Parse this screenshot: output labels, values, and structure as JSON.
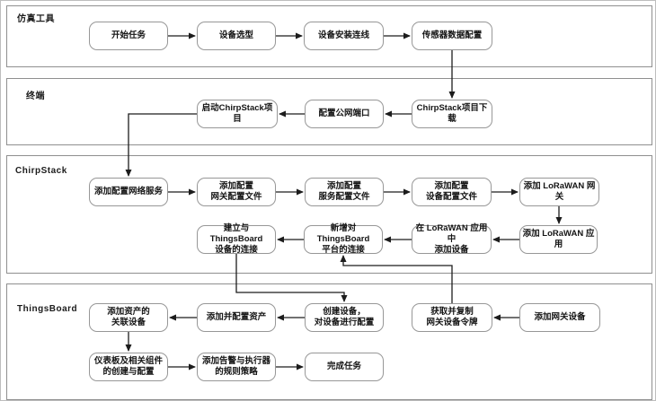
{
  "diagram": {
    "lanes": [
      {
        "id": "sim_tools",
        "label": "仿真工具"
      },
      {
        "id": "terminal",
        "label": "终端"
      },
      {
        "id": "chirpstack",
        "label": "ChirpStack"
      },
      {
        "id": "thingsboard",
        "label": "ThingsBoard"
      }
    ],
    "nodes": {
      "start_task": {
        "label": "开始任务",
        "lane": "sim_tools"
      },
      "device_type": {
        "label": "设备选型",
        "lane": "sim_tools"
      },
      "device_wiring": {
        "label": "设备安装连线",
        "lane": "sim_tools"
      },
      "sensor_data_config": {
        "label": "传感器数据配置",
        "lane": "sim_tools"
      },
      "launch_chirpstack": {
        "label": "启动ChirpStack项目",
        "lane": "terminal"
      },
      "public_port": {
        "label": "配置公网端口",
        "lane": "terminal"
      },
      "chirpstack_download": {
        "label": "ChirpStack项目下载",
        "lane": "terminal"
      },
      "add_network_service": {
        "label": "添加配置网络服务",
        "lane": "chirpstack"
      },
      "gateway_config_file": {
        "label": "添加配置\n网关配置文件",
        "lane": "chirpstack"
      },
      "service_config_file": {
        "label": "添加配置\n服务配置文件",
        "lane": "chirpstack"
      },
      "device_config_file": {
        "label": "添加配置\n设备配置文件",
        "lane": "chirpstack"
      },
      "add_lorawan_gateway": {
        "label": "添加 LoRaWAN 网关",
        "lane": "chirpstack"
      },
      "add_lorawan_app": {
        "label": "添加 LoRaWAN 应用",
        "lane": "chirpstack"
      },
      "add_device_in_app": {
        "label": "在 LoRaWAN 应用中\n添加设备",
        "lane": "chirpstack"
      },
      "new_tb_platform_conn": {
        "label": "新增对ThingsBoard\n平台的连接",
        "lane": "chirpstack"
      },
      "tb_device_conn": {
        "label": "建立与ThingsBoard\n设备的连接",
        "lane": "chirpstack"
      },
      "create_and_config_device": {
        "label": "创建设备，\n对设备进行配置",
        "lane": "thingsboard"
      },
      "add_config_asset": {
        "label": "添加并配置资产",
        "lane": "thingsboard"
      },
      "asset_related_devices": {
        "label": "添加资产的\n关联设备",
        "lane": "thingsboard"
      },
      "copy_gateway_token": {
        "label": "获取并复制\n网关设备令牌",
        "lane": "thingsboard"
      },
      "add_gateway_device": {
        "label": "添加网关设备",
        "lane": "thingsboard"
      },
      "dashboard_components": {
        "label": "仪表板及相关组件\n的创建与配置",
        "lane": "thingsboard"
      },
      "alarm_actuator_rules": {
        "label": "添加告警与执行器\n的规则策略",
        "lane": "thingsboard"
      },
      "finish_task": {
        "label": "完成任务",
        "lane": "thingsboard"
      }
    },
    "edges": [
      {
        "from": "start_task",
        "to": "device_type"
      },
      {
        "from": "device_type",
        "to": "device_wiring"
      },
      {
        "from": "device_wiring",
        "to": "sensor_data_config"
      },
      {
        "from": "sensor_data_config",
        "to": "chirpstack_download"
      },
      {
        "from": "chirpstack_download",
        "to": "public_port"
      },
      {
        "from": "public_port",
        "to": "launch_chirpstack"
      },
      {
        "from": "launch_chirpstack",
        "to": "add_network_service"
      },
      {
        "from": "add_network_service",
        "to": "gateway_config_file"
      },
      {
        "from": "gateway_config_file",
        "to": "service_config_file"
      },
      {
        "from": "service_config_file",
        "to": "device_config_file"
      },
      {
        "from": "device_config_file",
        "to": "add_lorawan_gateway"
      },
      {
        "from": "add_lorawan_gateway",
        "to": "add_lorawan_app"
      },
      {
        "from": "add_lorawan_app",
        "to": "add_device_in_app"
      },
      {
        "from": "add_device_in_app",
        "to": "new_tb_platform_conn"
      },
      {
        "from": "new_tb_platform_conn",
        "to": "tb_device_conn"
      },
      {
        "from": "tb_device_conn",
        "to": "create_and_config_device"
      },
      {
        "from": "create_and_config_device",
        "to": "add_config_asset"
      },
      {
        "from": "add_config_asset",
        "to": "asset_related_devices"
      },
      {
        "from": "asset_related_devices",
        "to": "dashboard_components"
      },
      {
        "from": "dashboard_components",
        "to": "alarm_actuator_rules"
      },
      {
        "from": "alarm_actuator_rules",
        "to": "finish_task"
      },
      {
        "from": "add_gateway_device",
        "to": "copy_gateway_token"
      },
      {
        "from": "copy_gateway_token",
        "to": "new_tb_platform_conn"
      }
    ],
    "colors": {
      "node_border": "#979797",
      "lane_border": "#8f8f8f",
      "connector": "#1c1c1c",
      "background": "#ffffff"
    }
  }
}
